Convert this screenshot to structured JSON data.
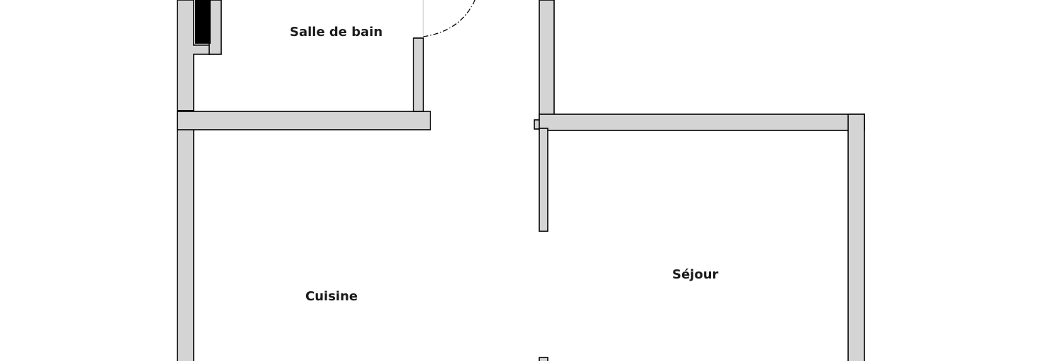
{
  "floor_plan": {
    "colors": {
      "wall_fill": "#d4d4d4",
      "wall_outline": "#000000",
      "duct_fill": "#000000",
      "background": "#ffffff"
    },
    "rooms": [
      {
        "key": "bathroom",
        "label": "Salle de bain"
      },
      {
        "key": "kitchen",
        "label": "Cuisine"
      },
      {
        "key": "living",
        "label": "Séjour"
      }
    ]
  }
}
